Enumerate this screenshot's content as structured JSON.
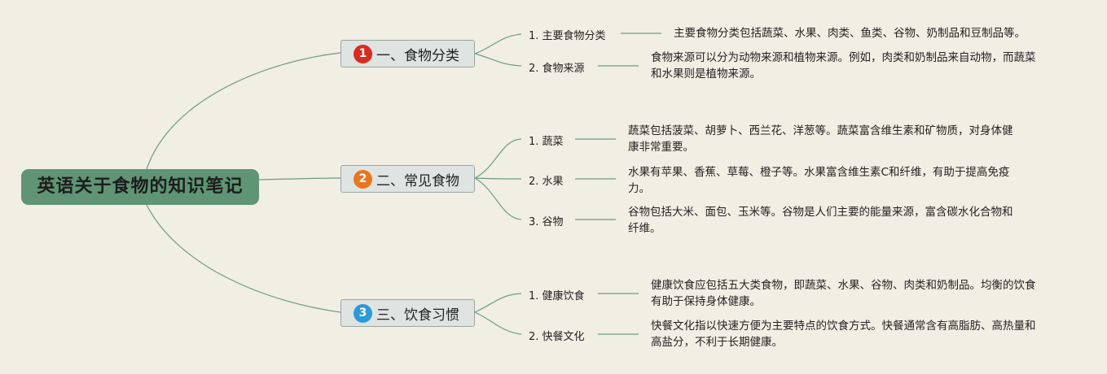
{
  "root": {
    "title": "英语关于食物的知识笔记"
  },
  "branches": [
    {
      "badge": "1",
      "title": "一、食物分类",
      "children": [
        {
          "label": "1. 主要食物分类",
          "text": [
            "主要食物分类包括蔬菜、水果、肉类、鱼类、谷物、奶制品和豆制品等。"
          ]
        },
        {
          "label": "2. 食物来源",
          "text": [
            "食物来源可以分为动物来源和植物来源。例如，肉类和奶制品来自动物，而蔬菜",
            "和水果则是植物来源。"
          ]
        }
      ]
    },
    {
      "badge": "2",
      "title": "二、常见食物",
      "children": [
        {
          "label": "1. 蔬菜",
          "text": [
            "蔬菜包括菠菜、胡萝卜、西兰花、洋葱等。蔬菜富含维生素和矿物质，对身体健",
            "康非常重要。"
          ]
        },
        {
          "label": "2. 水果",
          "text": [
            "水果有苹果、香蕉、草莓、橙子等。水果富含维生素C和纤维，有助于提高免疫",
            "力。"
          ]
        },
        {
          "label": "3. 谷物",
          "text": [
            "谷物包括大米、面包、玉米等。谷物是人们主要的能量来源，富含碳水化合物和",
            "纤维。"
          ]
        }
      ]
    },
    {
      "badge": "3",
      "title": "三、饮食习惯",
      "children": [
        {
          "label": "1. 健康饮食",
          "text": [
            "健康饮食应包括五大类食物，即蔬菜、水果、谷物、肉类和奶制品。均衡的饮食",
            "有助于保持身体健康。"
          ]
        },
        {
          "label": "2. 快餐文化",
          "text": [
            "快餐文化指以快速方便为主要特点的饮食方式。快餐通常含有高脂肪、高热量和",
            "高盐分，不利于长期健康。"
          ]
        }
      ]
    }
  ],
  "colors": {
    "background": "#f1eee4",
    "root": "#5f9474",
    "connector": "#6e9c84",
    "badge_1": "#d92b1f",
    "badge_2": "#e8761e",
    "badge_3": "#2d9ad8"
  }
}
